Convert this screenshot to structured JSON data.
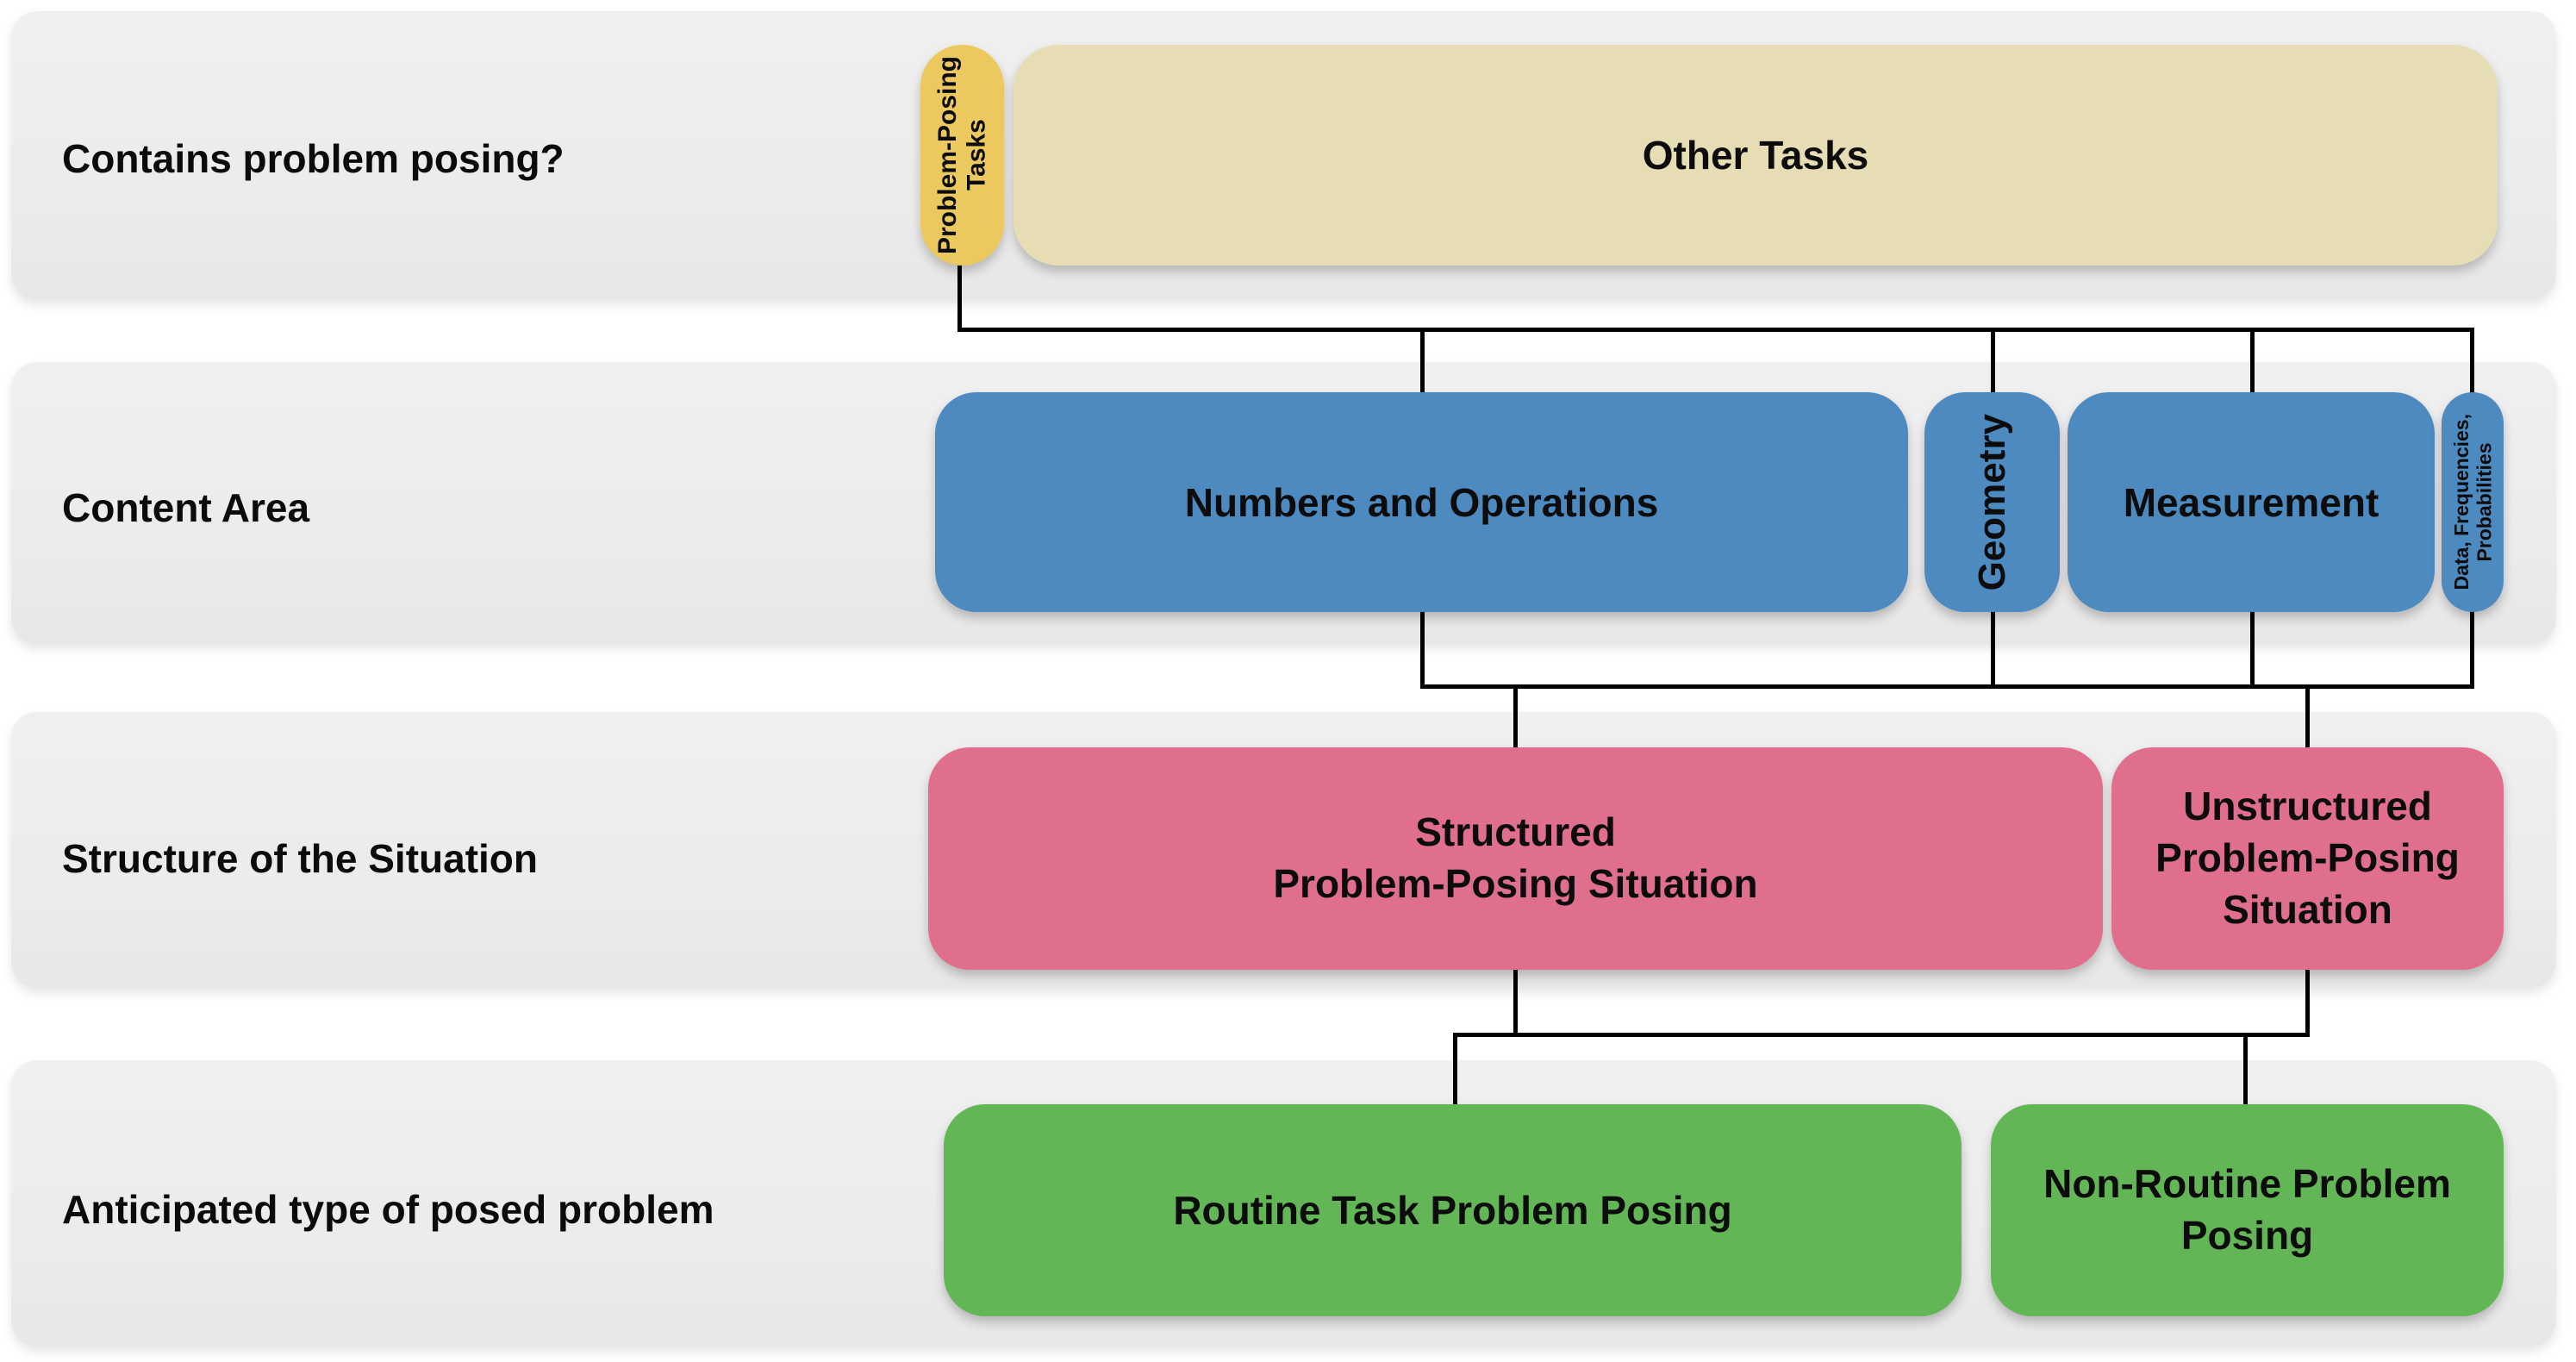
{
  "diagram": {
    "title_hint": "Task classification flow diagram",
    "colors": {
      "row_band": "#ededed",
      "line": "#000000",
      "text": "#0c0c0c",
      "yellow": "#ECC95E",
      "beige": "#E7DDB5",
      "blue": "#4D8AC0",
      "pink": "#E06F8E",
      "green": "#63B655"
    },
    "rows": [
      {
        "label": "Contains problem posing?",
        "nodes": [
          {
            "id": "problem-posing-tasks",
            "label": "Problem-Posing\nTasks",
            "color": "#ECC95E",
            "orientation": "vertical"
          },
          {
            "id": "other-tasks",
            "label": "Other Tasks",
            "color": "#E7DDB5",
            "orientation": "horizontal"
          }
        ]
      },
      {
        "label": "Content Area",
        "nodes": [
          {
            "id": "numbers-and-operations",
            "label": "Numbers and Operations",
            "color": "#4D8AC0",
            "orientation": "horizontal"
          },
          {
            "id": "geometry",
            "label": "Geometry",
            "color": "#4D8AC0",
            "orientation": "vertical"
          },
          {
            "id": "measurement",
            "label": "Measurement",
            "color": "#4D8AC0",
            "orientation": "horizontal"
          },
          {
            "id": "data-frequencies-probabilities",
            "label": "Data, Frequencies,\nProbabilities",
            "color": "#4D8AC0",
            "orientation": "vertical"
          }
        ]
      },
      {
        "label": "Structure of the Situation",
        "nodes": [
          {
            "id": "structured-situation",
            "label": "Structured\nProblem-Posing Situation",
            "color": "#E06F8E",
            "orientation": "horizontal"
          },
          {
            "id": "unstructured-situation",
            "label": "Unstructured\nProblem-Posing\nSituation",
            "color": "#E06F8E",
            "orientation": "horizontal"
          }
        ]
      },
      {
        "label": "Anticipated type of posed problem",
        "nodes": [
          {
            "id": "routine-task-problem-posing",
            "label": "Routine Task Problem Posing",
            "color": "#63B655",
            "orientation": "horizontal"
          },
          {
            "id": "non-routine-problem-posing",
            "label": "Non-Routine Problem\nPosing",
            "color": "#63B655",
            "orientation": "horizontal"
          }
        ]
      }
    ],
    "connections": [
      "Problem-Posing Tasks -> Numbers and Operations",
      "Problem-Posing Tasks -> Geometry",
      "Problem-Posing Tasks -> Measurement",
      "Problem-Posing Tasks -> Data, Frequencies, Probabilities",
      "Numbers and Operations -> Structured Problem-Posing Situation",
      "Geometry -> Structured Problem-Posing Situation",
      "Measurement -> Structured Problem-Posing Situation",
      "Data, Frequencies, Probabilities -> Unstructured Problem-Posing Situation",
      "Structured Problem-Posing Situation -> Routine Task Problem Posing",
      "Unstructured Problem-Posing Situation -> Non-Routine Problem Posing"
    ]
  }
}
